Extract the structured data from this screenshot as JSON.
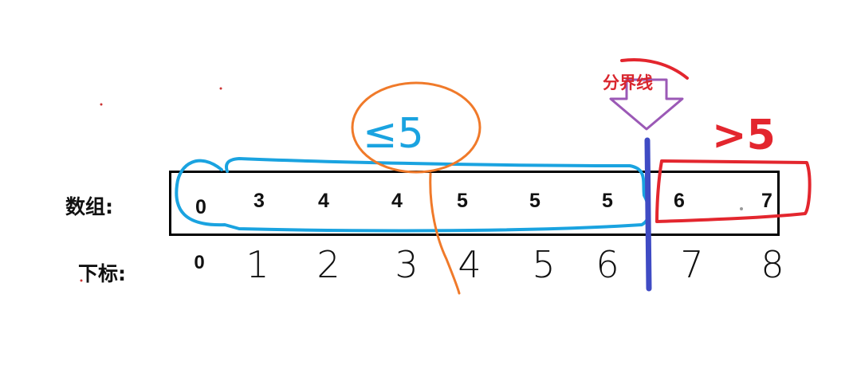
{
  "labels": {
    "array": "数组:",
    "index": "下标:"
  },
  "array_values": [
    "0",
    "3",
    "4",
    "4",
    "5",
    "5",
    "5",
    "6",
    "7"
  ],
  "indices": [
    "0",
    "1",
    "2",
    "3",
    "4",
    "5",
    "6",
    "7",
    "8"
  ],
  "annotations": {
    "divider_label": "分界线",
    "left_condition": "≤5",
    "right_condition": ">5"
  },
  "colors": {
    "left_group": "#1aa3e0",
    "right_group": "#e3262e",
    "circle": "#f07a2a",
    "divider": "#3f4bc4",
    "arrow": "#9b59b6",
    "divider_text": "#d9262e"
  }
}
